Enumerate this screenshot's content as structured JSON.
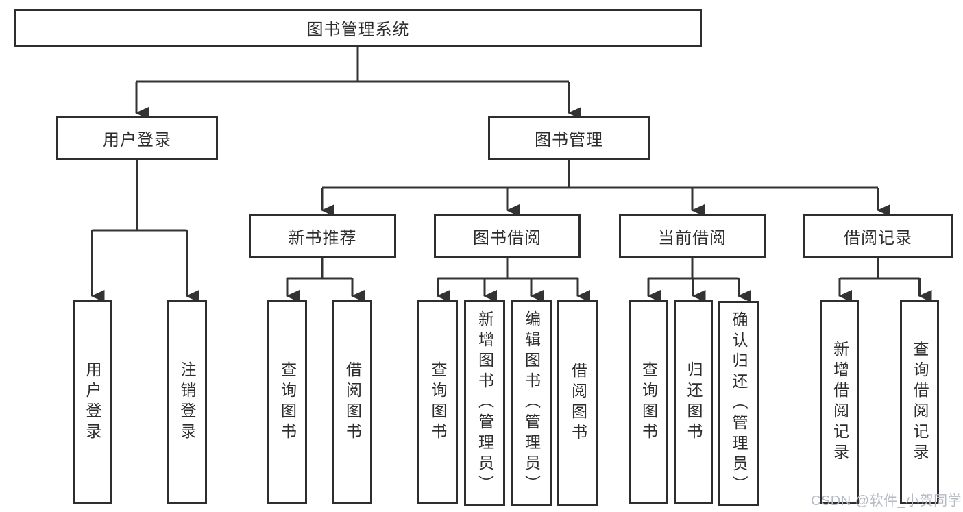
{
  "diagram": {
    "type": "tree-structure-chart",
    "title": "图书管理系统",
    "colors": {
      "background": "#ffffff",
      "line": "#333333",
      "box_border": "#2e2e2e",
      "text": "#2d2d2d",
      "watermark": "#b6bac3"
    },
    "tree": {
      "root": "图书管理系统",
      "level2": [
        "用户登录",
        "图书管理"
      ],
      "level3": [
        "新书推荐",
        "图书借阅",
        "当前借阅",
        "借阅记录"
      ],
      "leaves": {
        "user": [
          "用户登录",
          "注销登录"
        ],
        "recommend": [
          "查询图书",
          "借阅图书"
        ],
        "borrow": [
          "查询图书",
          "新增图书（管理员）",
          "编辑图书（管理员）",
          "借阅图书"
        ],
        "current": [
          "查询图书",
          "归还图书",
          "确认归还（管理员）"
        ],
        "records": [
          "新增借阅记录",
          "查询借阅记录"
        ]
      }
    },
    "watermark": "CSDN @软件_小贺同学"
  }
}
